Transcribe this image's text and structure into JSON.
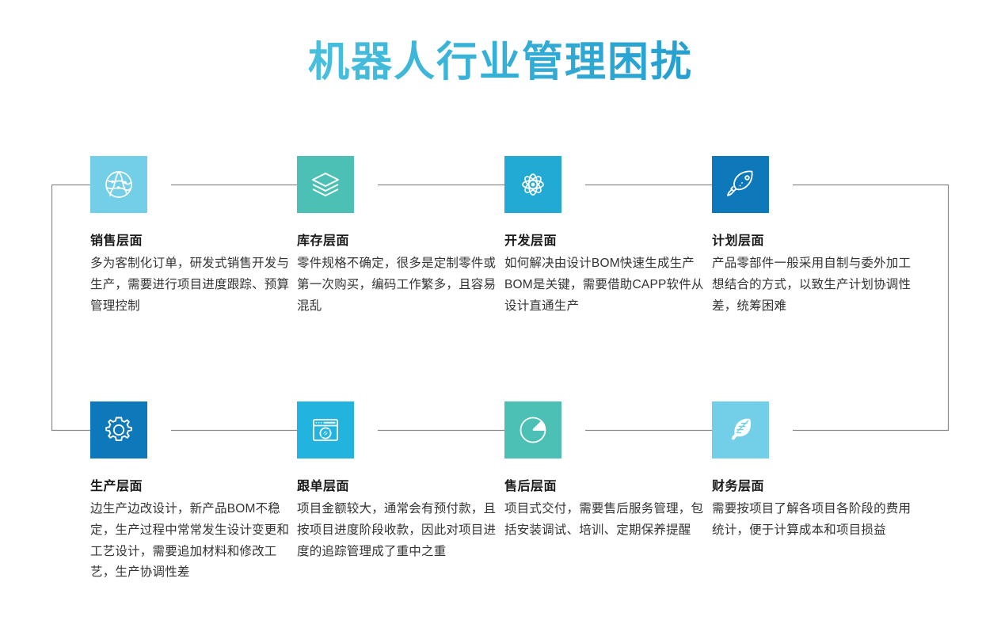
{
  "page": {
    "title": "机器人行业管理困扰",
    "background_color": "#ffffff",
    "title_gradient_from": "#6ad0e8",
    "title_gradient_to": "#1b85c4",
    "connector_color": "#777777"
  },
  "cards": [
    {
      "id": "sales",
      "icon": "globe-network-icon",
      "icon_color": "#73cfe8",
      "title": "销售层面",
      "body": "多为客制化订单，研发式销售开发与生产，需要进行项目进度跟踪、预算管理控制"
    },
    {
      "id": "inventory",
      "icon": "layers-stack-icon",
      "icon_color": "#4cc0b4",
      "title": "库存层面",
      "body": "零件规格不确定，很多是定制零件或第一次购买，编码工作繁多，且容易混乱"
    },
    {
      "id": "development",
      "icon": "atom-icon",
      "icon_color": "#22aad4",
      "title": "开发层面",
      "body": "如何解决由设计BOM快速生成生产BOM是关键，需要借助CAPP软件从设计直通生产"
    },
    {
      "id": "planning",
      "icon": "rocket-icon",
      "icon_color": "#0d79ba",
      "title": "计划层面",
      "body": "产品零部件一般采用自制与委外加工想结合的方式，以致生产计划协调性差，统筹困难"
    },
    {
      "id": "production",
      "icon": "gear-icon",
      "icon_color": "#0d79ba",
      "title": "生产层面",
      "body": "边生产边改设计，新产品BOM不稳定，生产过程中常常发生设计变更和工艺设计，需要追加材料和修改工艺，生产协调性差"
    },
    {
      "id": "order-tracking",
      "icon": "browser-compass-icon",
      "icon_color": "#22b4de",
      "title": "跟单层面",
      "body": "项目金额较大，通常会有预付款，且按项目进度阶段收款，因此对项目进度的追踪管理成了重中之重"
    },
    {
      "id": "after-sales",
      "icon": "pie-chart-icon",
      "icon_color": "#4cc0b4",
      "title": "售后层面",
      "body": "项目式交付，需要售后服务管理，包括安装调试、培训、定期保养提醒"
    },
    {
      "id": "finance",
      "icon": "feather-icon",
      "icon_color": "#73cfe8",
      "title": "财务层面",
      "body": "需要按项目了解各项目各阶段的费用统计，便于计算成本和项目损益"
    }
  ]
}
